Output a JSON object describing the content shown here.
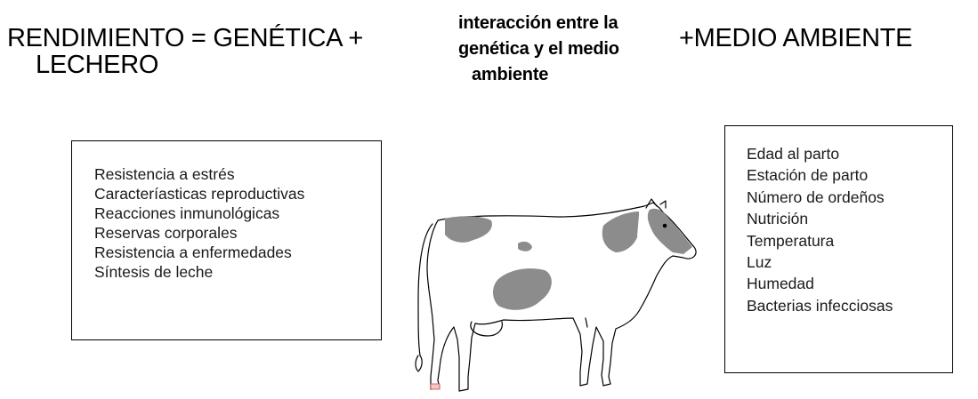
{
  "equation": {
    "left_line1": "RENDIMIENTO = GENÉTICA +",
    "left_line2": "LECHERO",
    "middle_line1": "interacción entre la",
    "middle_line2": "genética y el medio",
    "middle_line3": "ambiente",
    "right": "+MEDIO AMBIENTE"
  },
  "genetic_factors": [
    "Resistencia a estrés",
    "Caracteríasticas reproductivas",
    "Reacciones inmunológicas",
    "Reservas corporales",
    "Resistencia a enfermedades",
    "Síntesis de leche"
  ],
  "environmental_factors": [
    "Edad al parto",
    "Estación de parto",
    "Número de ordeños",
    "Nutrición",
    "Temperatura",
    "Luz",
    "Humedad",
    "Bacterias infecciosas"
  ],
  "illustration": {
    "subject": "holstein-cow",
    "spot_color": "#8c8c8c"
  }
}
